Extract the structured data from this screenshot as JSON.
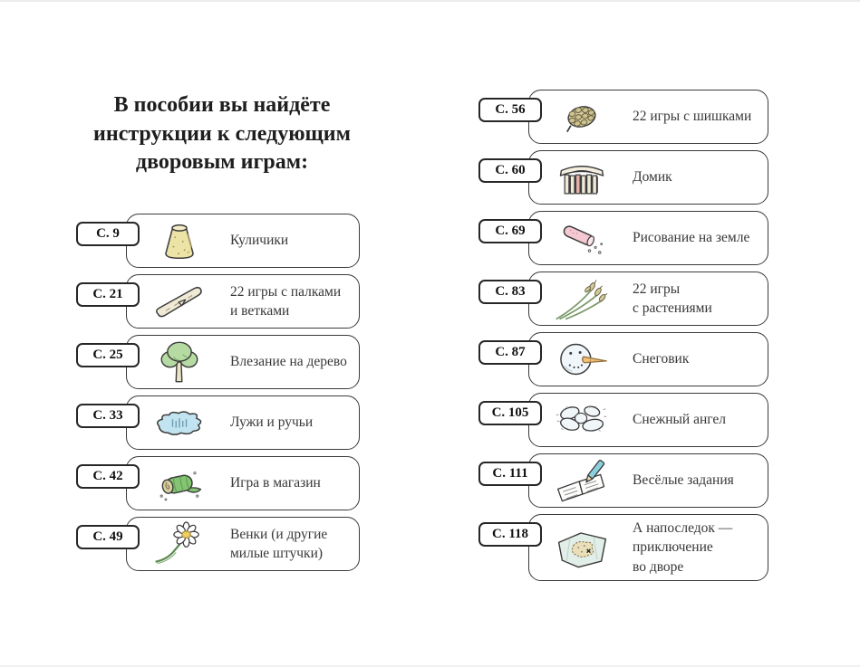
{
  "page": {
    "title": "В пособии вы найдёте\nинструкции к следующим\nдворовым играм:"
  },
  "colors": {
    "box_border": "#3a3a3a",
    "sand_yellow": "#ece3a6",
    "wood_beige": "#f0e9d6",
    "tree_green": "#b5dba3",
    "water_blue": "#c2e4f0",
    "leaf_green": "#85c472",
    "daisy_center": "#eecd62",
    "pinecone_tan": "#d6cc9b",
    "chalk_pink": "#f5c9d3",
    "carrot_orange": "#eec27c",
    "snow_white": "#f0f6f9",
    "pencil_blue": "#8ccfdd",
    "map_paper": "#e2eee8",
    "map_island": "#eadfb8"
  },
  "columns": {
    "left": {
      "items": [
        {
          "page": "С. 9",
          "label": "Куличики",
          "icon": "sand-pie-icon"
        },
        {
          "page": "С. 21",
          "label": "22 игры с палками\nи ветками",
          "icon": "stick-icon"
        },
        {
          "page": "С. 25",
          "label": "Влезание на дерево",
          "icon": "tree-icon"
        },
        {
          "page": "С. 33",
          "label": "Лужи и ручьи",
          "icon": "puddle-icon"
        },
        {
          "page": "С. 42",
          "label": "Игра в магазин",
          "icon": "leaf-roll-icon"
        },
        {
          "page": "С. 49",
          "label": "Венки (и другие\nмилые штучки)",
          "icon": "daisy-icon"
        }
      ]
    },
    "right": {
      "items": [
        {
          "page": "С. 56",
          "label": "22 игры с шишками",
          "icon": "pinecone-icon"
        },
        {
          "page": "С. 60",
          "label": "Домик",
          "icon": "stick-house-icon"
        },
        {
          "page": "С. 69",
          "label": "Рисование на земле",
          "icon": "chalk-icon"
        },
        {
          "page": "С. 83",
          "label": "22 игры\nс растениями",
          "icon": "plants-icon"
        },
        {
          "page": "С. 87",
          "label": "Снеговик",
          "icon": "snowman-icon"
        },
        {
          "page": "С. 105",
          "label": "Снежный ангел",
          "icon": "snow-angel-icon"
        },
        {
          "page": "С. 111",
          "label": "Весёлые задания",
          "icon": "notebook-pencil-icon"
        },
        {
          "page": "С. 118",
          "label": "А напоследок —\nприключение\nво дворе",
          "icon": "treasure-map-icon"
        }
      ]
    }
  }
}
